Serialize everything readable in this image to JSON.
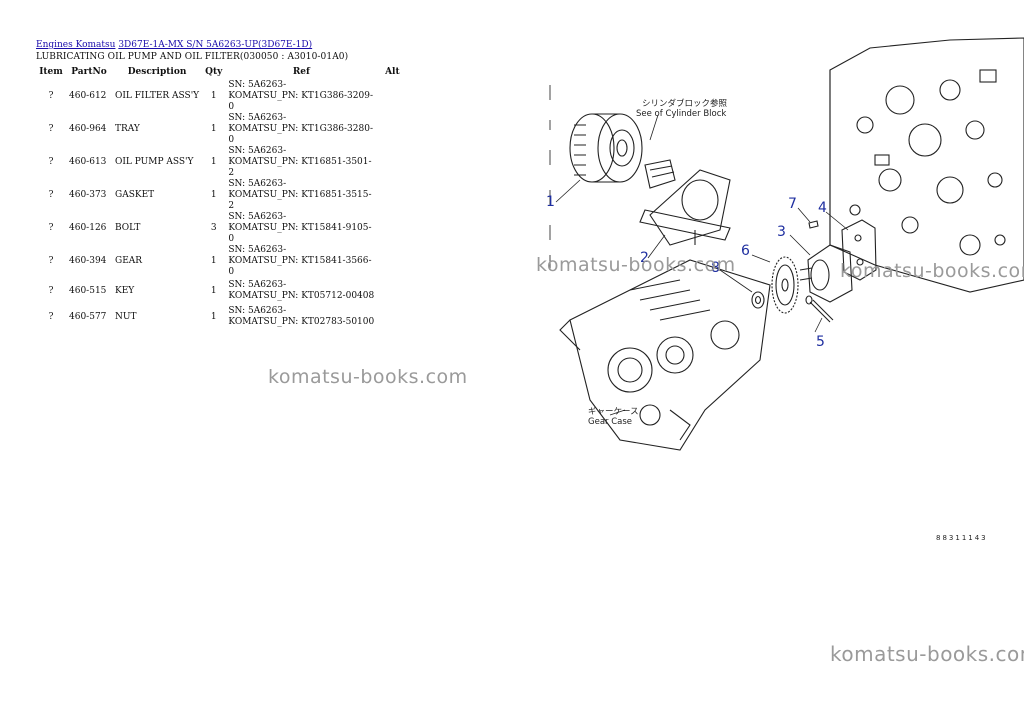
{
  "breadcrumb": {
    "link1": "Engines Komatsu",
    "link2": "3D67E-1A-MX S/N 5A6263-UP(3D67E-1D)"
  },
  "page_title": "LUBRICATING OIL PUMP AND OIL FILTER(030050 : A3010-01A0)",
  "table": {
    "headers": [
      "Item",
      "PartNo",
      "Description",
      "Qty",
      "Ref",
      "Alt"
    ],
    "rows": [
      {
        "item": "?",
        "part": "460-612",
        "desc": "OIL FILTER ASS'Y",
        "qty": "1",
        "ref1": "SN: 5A6263-",
        "ref2": "KOMATSU_PN: KT1G386-3209-0",
        "alt": ""
      },
      {
        "item": "?",
        "part": "460-964",
        "desc": "TRAY",
        "qty": "1",
        "ref1": "SN: 5A6263-",
        "ref2": "KOMATSU_PN: KT1G386-3280-0",
        "alt": ""
      },
      {
        "item": "?",
        "part": "460-613",
        "desc": "OIL PUMP ASS'Y",
        "qty": "1",
        "ref1": "SN: 5A6263-",
        "ref2": "KOMATSU_PN: KT16851-3501-2",
        "alt": ""
      },
      {
        "item": "?",
        "part": "460-373",
        "desc": "GASKET",
        "qty": "1",
        "ref1": "SN: 5A6263-",
        "ref2": "KOMATSU_PN: KT16851-3515-2",
        "alt": ""
      },
      {
        "item": "?",
        "part": "460-126",
        "desc": "BOLT",
        "qty": "3",
        "ref1": "SN: 5A6263-",
        "ref2": "KOMATSU_PN: KT15841-9105-0",
        "alt": ""
      },
      {
        "item": "?",
        "part": "460-394",
        "desc": "GEAR",
        "qty": "1",
        "ref1": "SN: 5A6263-",
        "ref2": "KOMATSU_PN: KT15841-3566-0",
        "alt": ""
      },
      {
        "item": "?",
        "part": "460-515",
        "desc": "KEY",
        "qty": "1",
        "ref1": "SN: 5A6263-",
        "ref2": "KOMATSU_PN: KT05712-00408",
        "alt": ""
      },
      {
        "item": "?",
        "part": "460-577",
        "desc": "NUT",
        "qty": "1",
        "ref1": "SN: 5A6263-",
        "ref2": "KOMATSU_PN: KT02783-50100",
        "alt": ""
      }
    ]
  },
  "diagram": {
    "callouts": [
      "1",
      "2",
      "3",
      "4",
      "5",
      "6",
      "7",
      "8"
    ],
    "label_cylinder_jp": "シリンダブロック参照",
    "label_cylinder_en": "See of Cylinder Block",
    "label_gearcase_jp": "ギャーケース",
    "label_gearcase_en": "Gear Case",
    "code": "88311143",
    "callout_color": "#1f2fa0"
  },
  "watermark": "komatsu-books.com"
}
